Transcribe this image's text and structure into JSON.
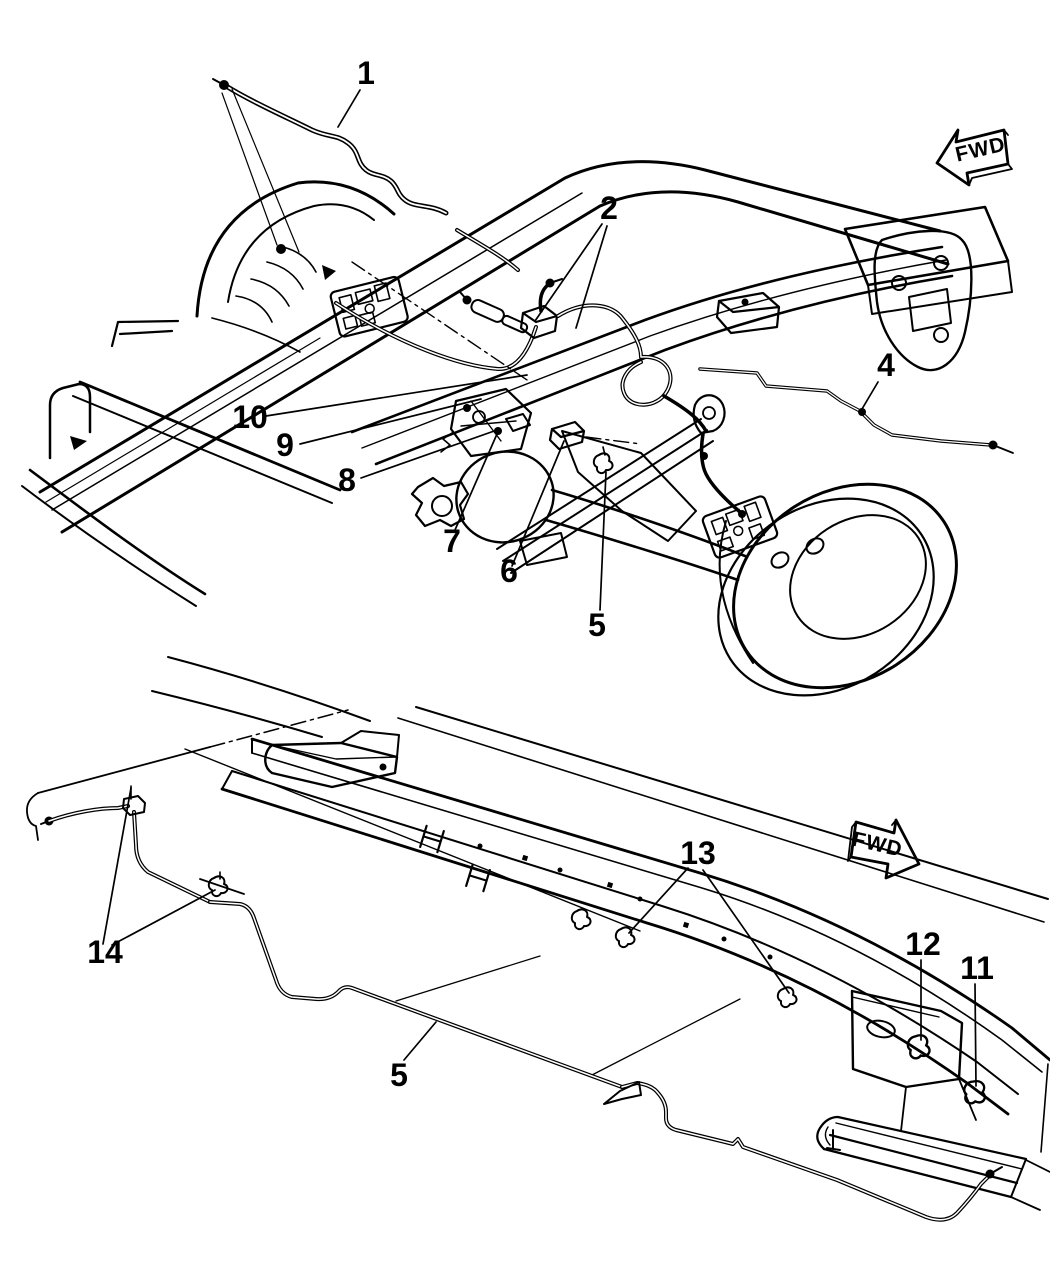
{
  "figure": {
    "type": "vehicle-parts-line-diagram",
    "colors": {
      "ink": "#000000",
      "paper": "#ffffff"
    },
    "views": [
      {
        "name": "rear-chassis-parking-brake-view"
      },
      {
        "name": "frame-rail-brake-lines-view"
      }
    ],
    "fwd_arrows": [
      {
        "label": "FWD"
      },
      {
        "label": "FWD"
      }
    ],
    "callouts": [
      {
        "label": "1"
      },
      {
        "label": "2"
      },
      {
        "label": "4"
      },
      {
        "label": "10"
      },
      {
        "label": "9"
      },
      {
        "label": "8"
      },
      {
        "label": "7"
      },
      {
        "label": "6"
      },
      {
        "label": "5"
      },
      {
        "label": "14"
      },
      {
        "label": "5"
      },
      {
        "label": "13"
      },
      {
        "label": "12"
      },
      {
        "label": "11"
      }
    ]
  }
}
